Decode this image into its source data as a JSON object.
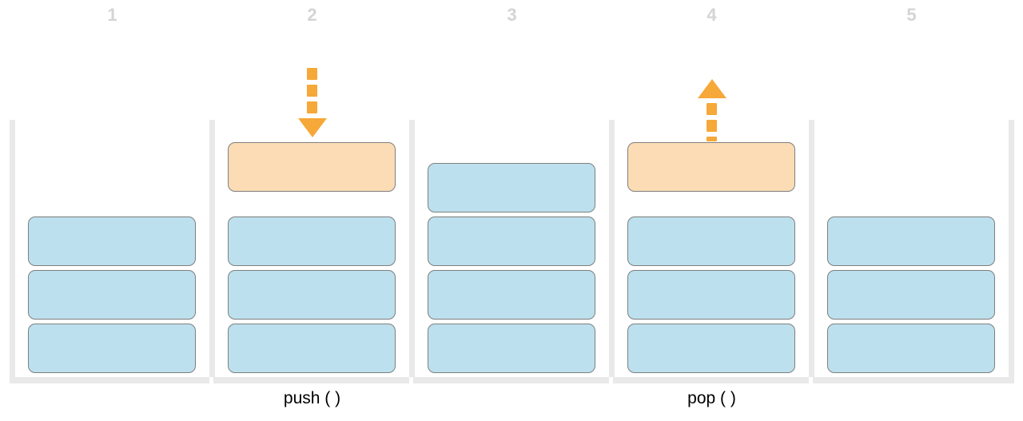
{
  "diagram": {
    "type": "stack-operations",
    "colors": {
      "item_blue": "#bce0ed",
      "item_orange": "#fbdcb5",
      "item_border": "#7f7f7f",
      "tray_gray": "#e9e9e9",
      "arrow_orange": "#f6a838",
      "step_number_gray": "#d4d4d4",
      "label_text": "#000000"
    },
    "steps": [
      {
        "number": "1",
        "stack_items": 3,
        "operation": null,
        "operation_label": "",
        "highlighted_item": false,
        "arrow": null
      },
      {
        "number": "2",
        "stack_items": 3,
        "operation": "push",
        "operation_label": "push ( )",
        "highlighted_item": true,
        "arrow": "down"
      },
      {
        "number": "3",
        "stack_items": 4,
        "operation": null,
        "operation_label": "",
        "highlighted_item": false,
        "arrow": null
      },
      {
        "number": "4",
        "stack_items": 3,
        "operation": "pop",
        "operation_label": "pop ( )",
        "highlighted_item": true,
        "arrow": "up"
      },
      {
        "number": "5",
        "stack_items": 3,
        "operation": null,
        "operation_label": "",
        "highlighted_item": false,
        "arrow": null
      }
    ]
  }
}
